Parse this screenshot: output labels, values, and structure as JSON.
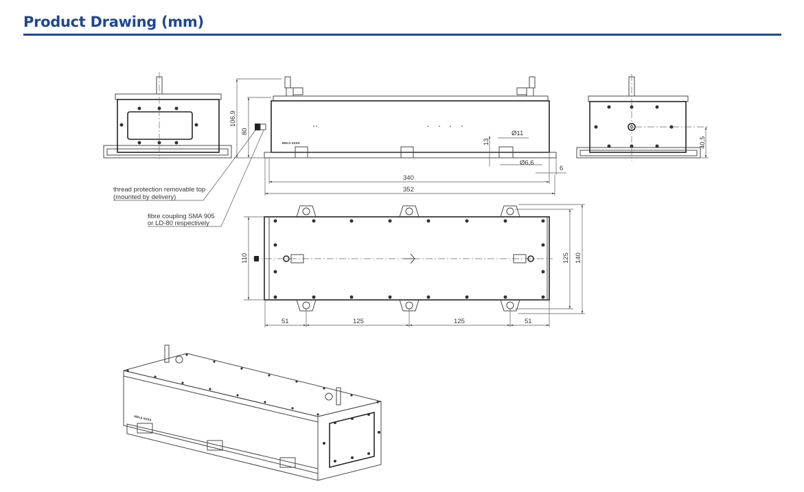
{
  "header": {
    "title": "Product Drawing (mm)",
    "accent_color": "#1d4793"
  },
  "drawing": {
    "unit": "mm",
    "product_label": "HDI-A XXXX",
    "annotations": {
      "thread_protection_line1": "thread protection removable top",
      "thread_protection_line2": "(mounted by delivery)",
      "fibre_coupling_line1": "fibre coupling SMA 905",
      "fibre_coupling_line2": "or LD-80 respectively"
    },
    "side_view_dims": {
      "total_height": "106,9",
      "body_height": "80",
      "mount_hole_height": "13",
      "counterbore_dia": "Ø11",
      "hole_dia": "Ø6,6",
      "end_offset": "6",
      "body_length": "340",
      "total_length": "352"
    },
    "top_view_dims": {
      "width": "110",
      "hole_spacing_width": "125",
      "total_width": "140",
      "spacing": [
        "51",
        "125",
        "125",
        "51"
      ]
    },
    "end_view_dims": {
      "axis_height": "40,5"
    }
  }
}
